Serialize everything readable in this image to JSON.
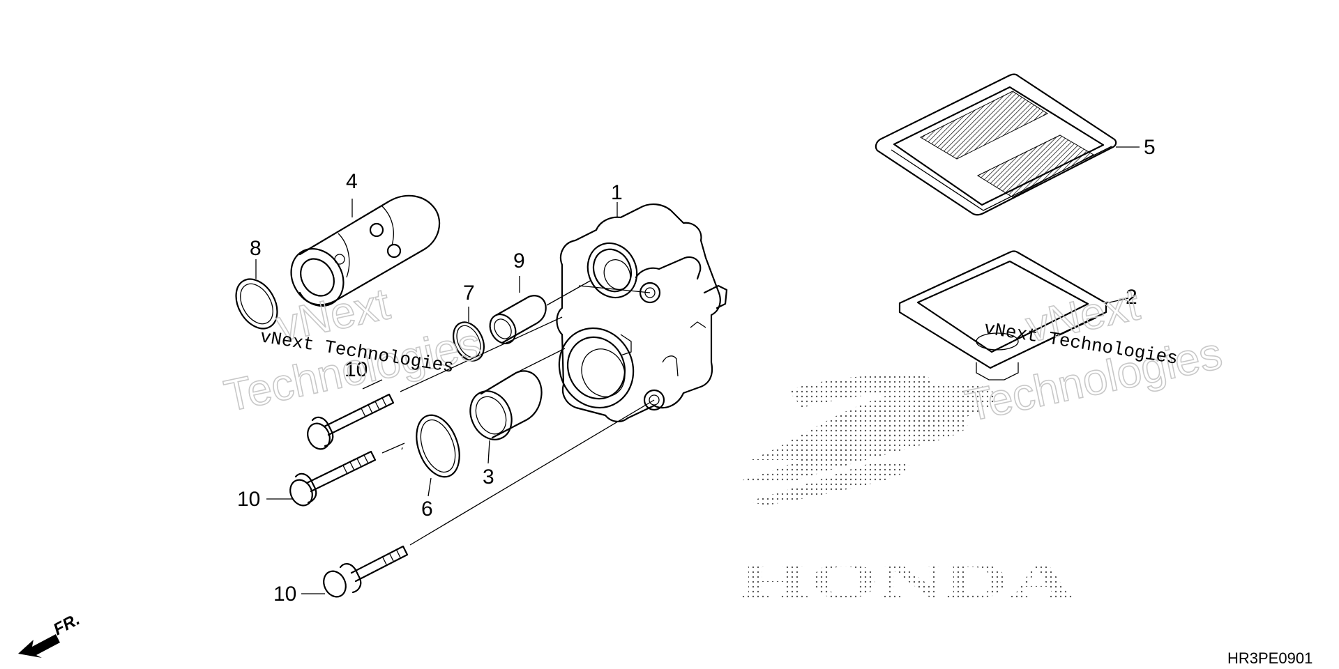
{
  "diagram": {
    "part_code": "HR3PE0901",
    "front_indicator": "FR.",
    "brand_mark": "HONDA",
    "callouts": {
      "c1": "1",
      "c2": "2",
      "c3": "3",
      "c4": "4",
      "c5": "5",
      "c6": "6",
      "c7": "7",
      "c8": "8",
      "c9": "9",
      "c10a": "10",
      "c10b": "10",
      "c10c": "10"
    },
    "watermarks": {
      "left_large_line1": "vNext",
      "left_large_line2": "Technologies",
      "left_small": "vNext Technologies",
      "right_large_line1": "vNext",
      "right_large_line2": "Technologies",
      "right_small": "vNext Technologies"
    }
  },
  "colors": {
    "line": "#000000",
    "background": "#ffffff",
    "watermark": "#c8c8c8",
    "stipple": "#555555"
  },
  "icons": [
    "front-arrow-icon",
    "honda-wing-logo"
  ]
}
